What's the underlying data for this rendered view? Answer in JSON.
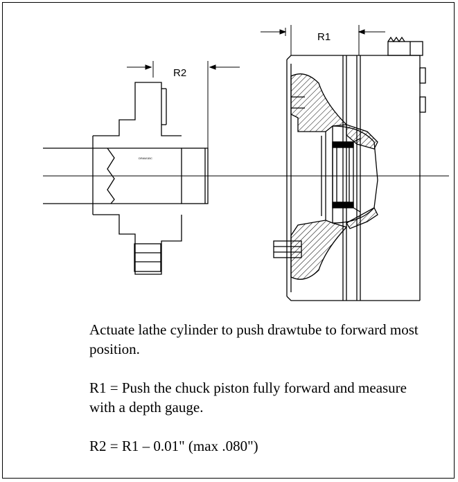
{
  "diagram": {
    "dimension_labels": {
      "r1": "R1",
      "r2": "R2"
    }
  },
  "instructions": {
    "step1": "Actuate lathe cylinder to push drawtube to forward most position.",
    "step2": "R1 = Push the chuck piston fully forward and measure with a depth gauge.",
    "step3": "R2 = R1 – 0.01\"  (max .080\")"
  }
}
